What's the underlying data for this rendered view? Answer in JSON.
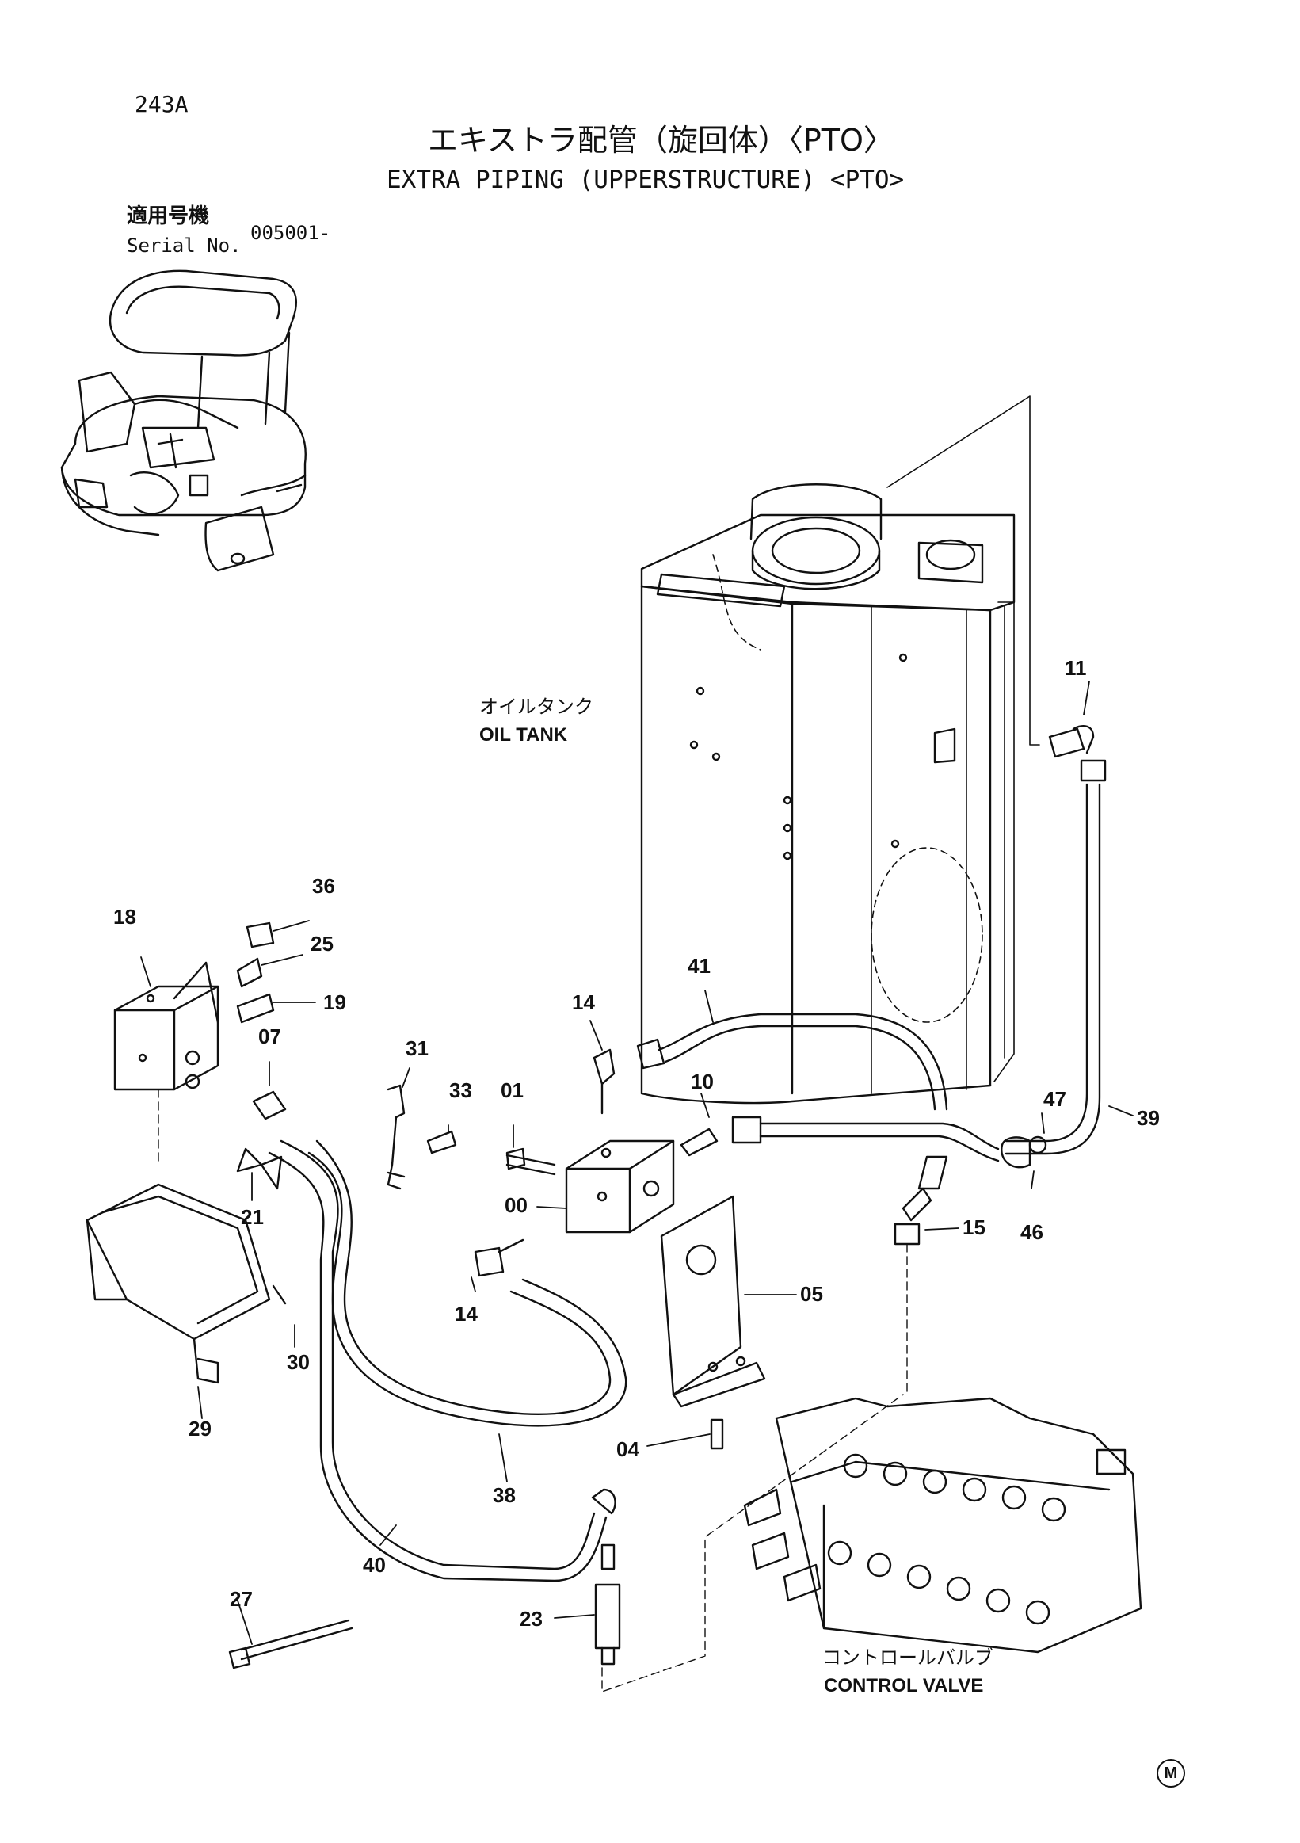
{
  "page": {
    "page_code": "243A",
    "title_jp": "エキストラ配管（旋回体）〈PTO〉",
    "title_en": "EXTRA PIPING (UPPERSTRUCTURE) <PTO>",
    "serial_label_jp": "適用号機",
    "serial_label_en": "Serial No.",
    "serial_value": "005001-",
    "footer_mark": "M"
  },
  "labels": {
    "oil_tank_jp": "オイルタンク",
    "oil_tank_en": "OIL TANK",
    "control_valve_jp": "コントロールバルブ",
    "control_valve_en": "CONTROL VALVE"
  },
  "callouts": [
    "36",
    "25",
    "19",
    "18",
    "07",
    "21",
    "31",
    "33",
    "01",
    "14",
    "41",
    "10",
    "11",
    "47",
    "39",
    "46",
    "15",
    "00",
    "05",
    "14",
    "04",
    "30",
    "29",
    "38",
    "40",
    "23",
    "27"
  ]
}
